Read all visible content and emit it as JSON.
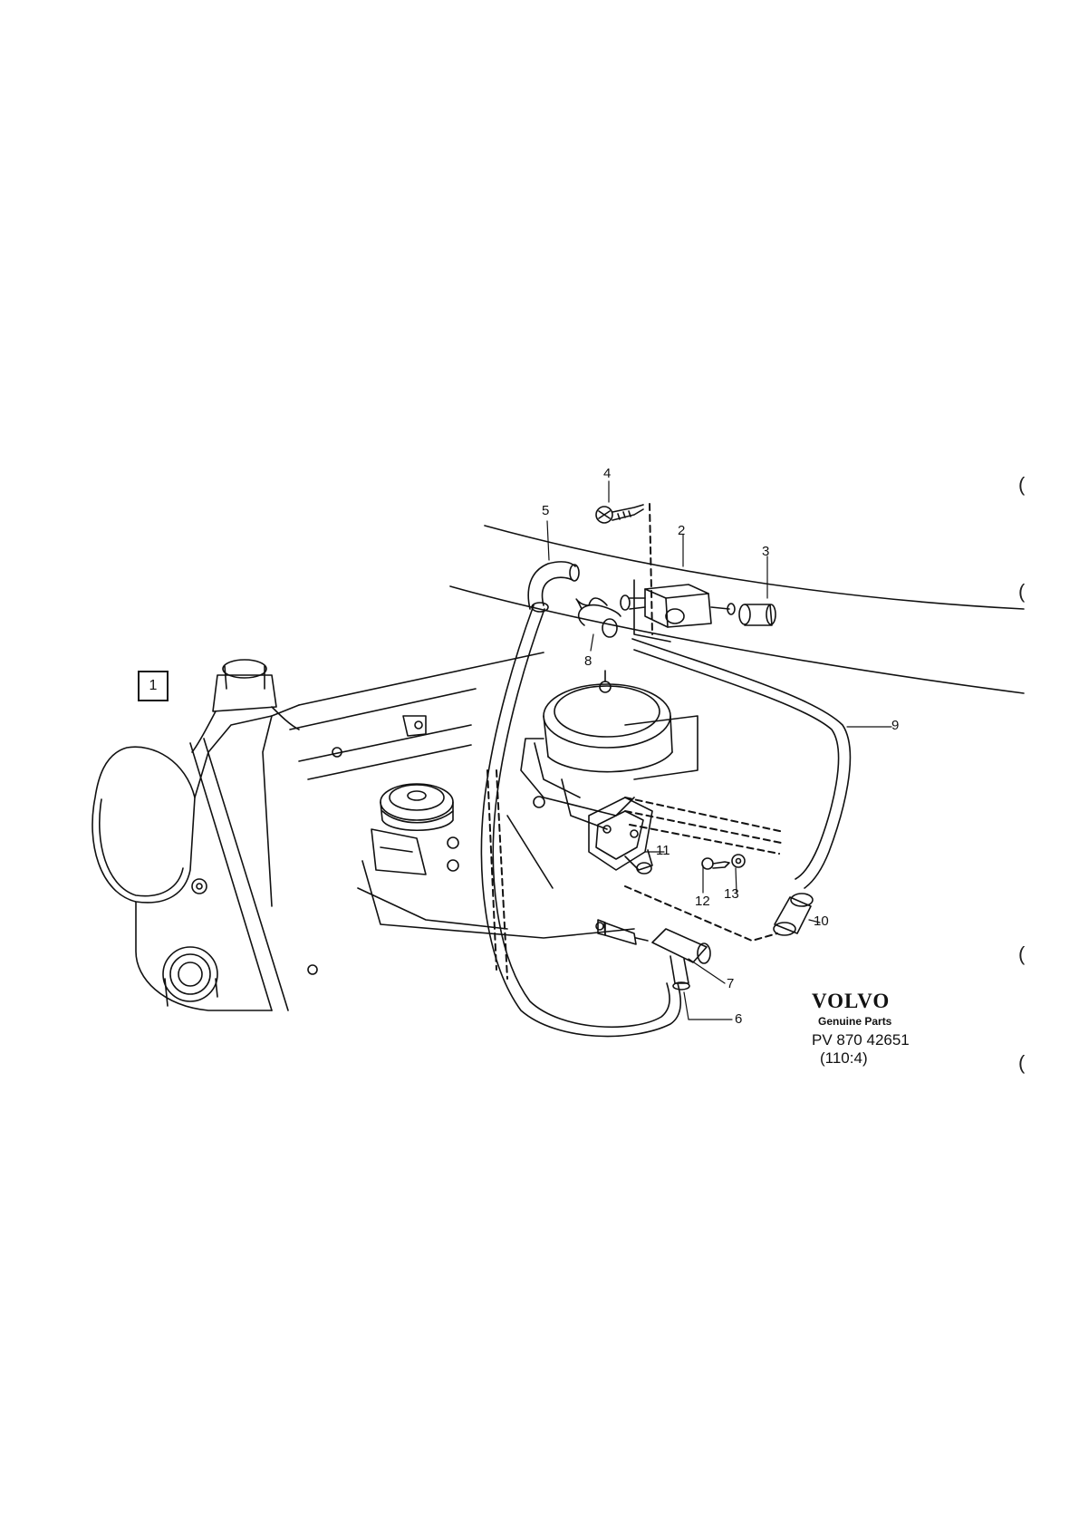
{
  "reference_box": "1",
  "callouts": {
    "c2": "2",
    "c3": "3",
    "c4": "4",
    "c5": "5",
    "c6": "6",
    "c7": "7",
    "c8": "8",
    "c9": "9",
    "c10": "10",
    "c11": "11",
    "c12": "12",
    "c13": "13"
  },
  "brand": {
    "name": "VOLVO",
    "subtitle": "Genuine Parts",
    "part_number": "PV 870 42651",
    "page_ref": "(110:4)"
  },
  "margin_marks": [
    "(",
    "(",
    "(",
    "("
  ]
}
